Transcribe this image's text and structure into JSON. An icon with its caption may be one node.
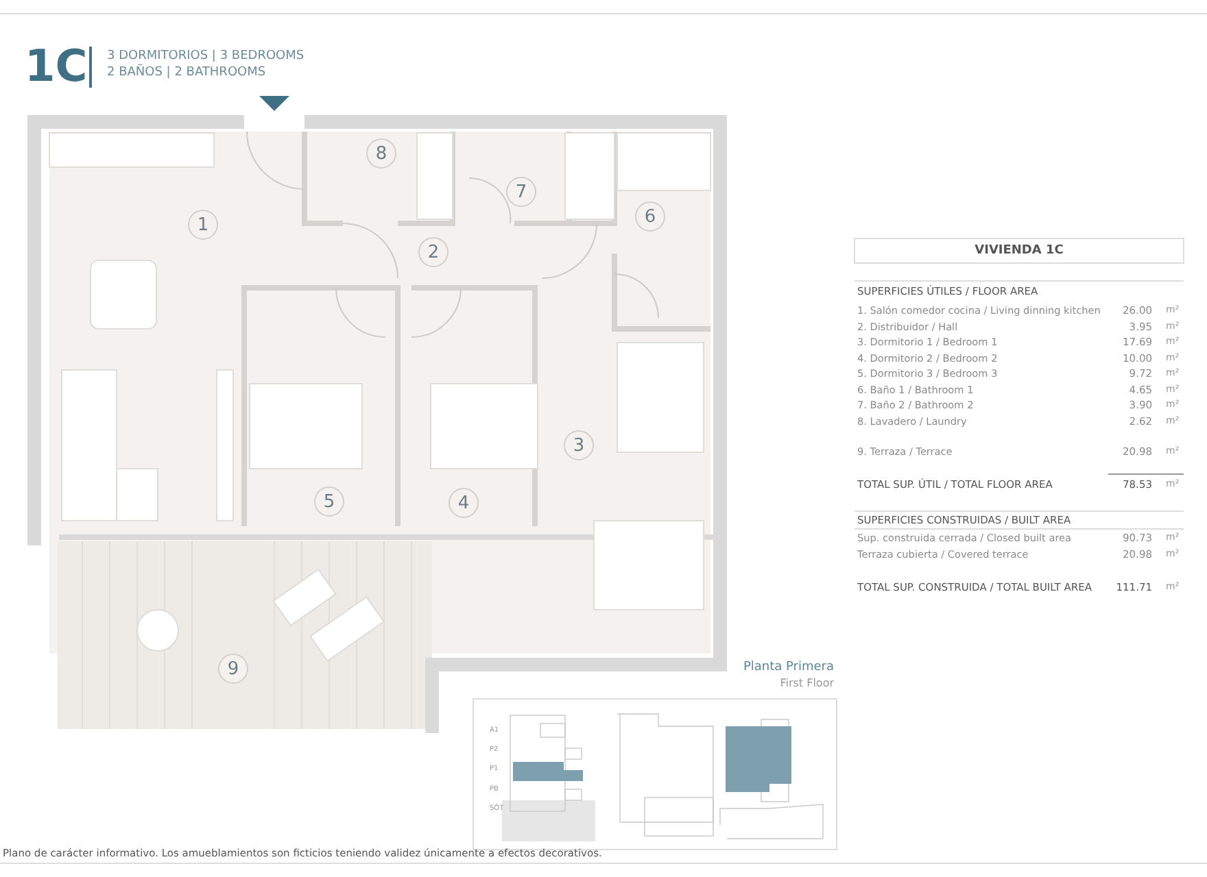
{
  "diagram": {
    "title": "1C",
    "caption": "Plano de carácter informativo. Los amueblamientos son ficticios teniendo validez únicamente a efectos decorativos.",
    "nodes": [
      {
        "text": [
          "1"
        ]
      },
      {
        "text": [
          "2"
        ]
      },
      {
        "text": [
          "3"
        ]
      },
      {
        "text": [
          "4"
        ]
      },
      {
        "text": [
          "5"
        ]
      },
      {
        "text": [
          "6"
        ]
      },
      {
        "text": [
          "7"
        ]
      },
      {
        "text": [
          "8"
        ]
      },
      {
        "text": [
          "9"
        ]
      },
      {
        "text": [
          "VIVIENDA 1C"
        ]
      }
    ],
    "edges": [],
    "labels": [
      "3 DORMITORIOS | 3 BEDROOMS",
      "2 BAÑOS | 2 BATHROOMS",
      "SUPERFICIES ÚTILES / FLOOR AREA",
      "1. Salón comedor cocina / Living dinning kitchen",
      "26.00",
      "m²",
      "2. Distribuidor / Hall",
      "3.95",
      "m²",
      "3. Dormitorio 1 / Bedroom 1",
      "17.69",
      "m²",
      "4. Dormitorio 2 / Bedroom 2",
      "10.00",
      "m²",
      "5. Dormitorio 3 / Bedroom 3",
      "9.72",
      "m²",
      "6. Baño 1 / Bathroom 1",
      "4.65",
      "m²",
      "7. Baño 2 / Bathroom 2",
      "3.90",
      "m²",
      "8. Lavadero / Laundry",
      "2.62",
      "m²",
      "9. Terraza / Terrace",
      "20.98",
      "m²",
      "TOTAL SUP. ÚTIL / TOTAL FLOOR AREA",
      "78.53",
      "m²",
      "SUPERFICIES CONSTRUIDAS / BUILT AREA",
      "Sup. construida cerrada / Closed built area",
      "90.73",
      "m²",
      "Terraza cubierta / Covered terrace",
      "20.98",
      "m²",
      "TOTAL SUP. CONSTRUIDA / TOTAL BUILT AREA",
      "111.71",
      "m²",
      "Planta Primera",
      "First Floor",
      "A1",
      "P2",
      "P1",
      "PB",
      "SÓT"
    ]
  }
}
